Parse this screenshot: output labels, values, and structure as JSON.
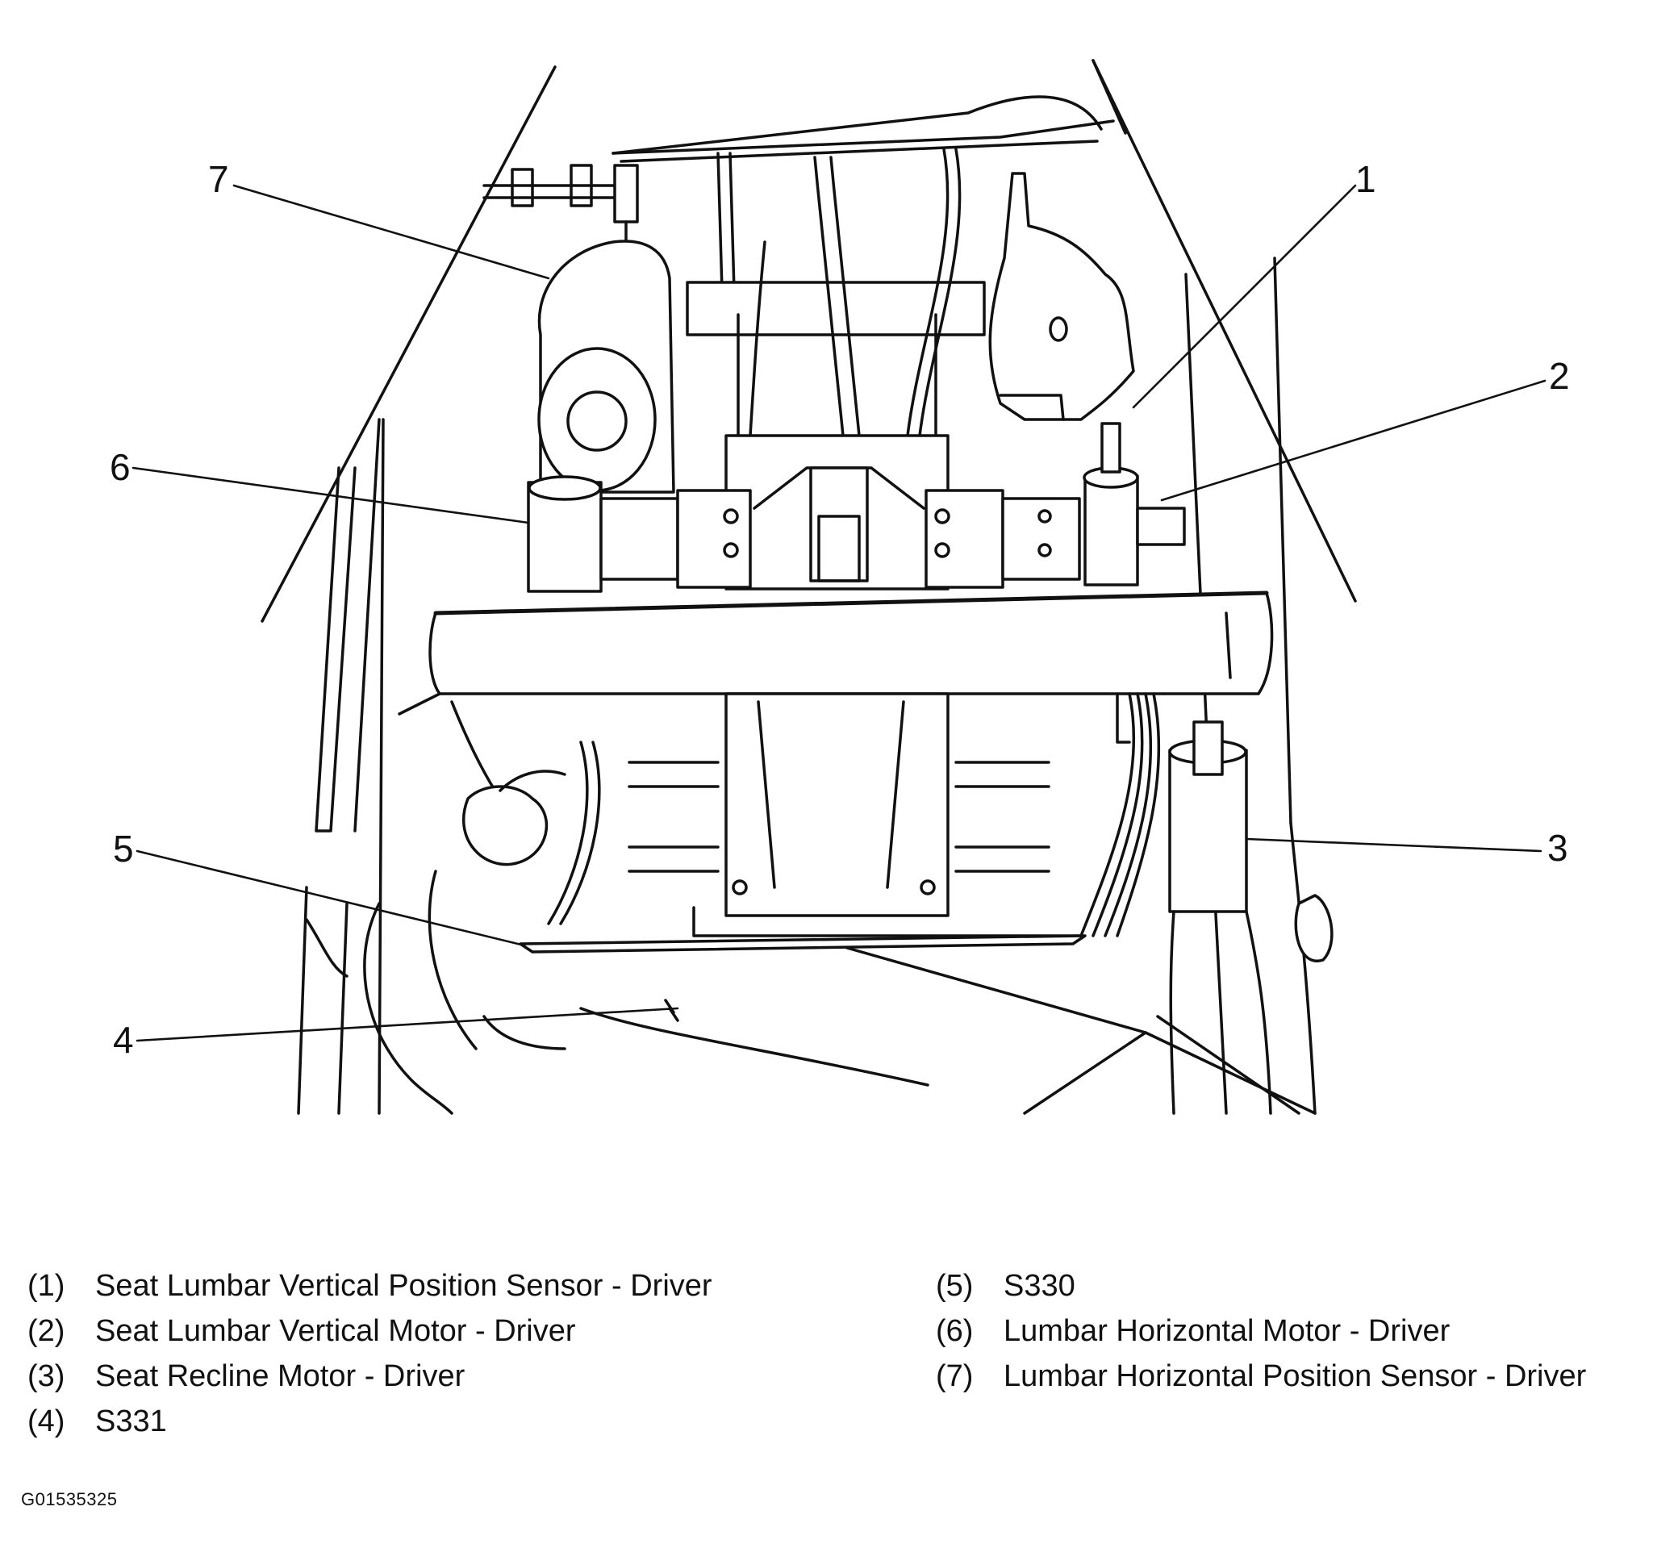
{
  "callouts": [
    {
      "num": "1",
      "text": "Seat Lumbar Vertical Position Sensor - Driver"
    },
    {
      "num": "2",
      "text": "Seat Lumbar Vertical Motor - Driver"
    },
    {
      "num": "3",
      "text": "Seat Recline Motor - Driver"
    },
    {
      "num": "4",
      "text": "S331"
    },
    {
      "num": "5",
      "text": "S330"
    },
    {
      "num": "6",
      "text": "Lumbar Horizontal Motor - Driver"
    },
    {
      "num": "7",
      "text": "Lumbar Horizontal Position Sensor - Driver"
    }
  ],
  "legend": {
    "left": [
      {
        "num": "(1)",
        "text": "Seat Lumbar Vertical Position Sensor - Driver"
      },
      {
        "num": "(2)",
        "text": "Seat Lumbar Vertical Motor - Driver"
      },
      {
        "num": "(3)",
        "text": "Seat Recline Motor - Driver"
      },
      {
        "num": "(4)",
        "text": "S331"
      }
    ],
    "right": [
      {
        "num": "(5)",
        "text": "S330"
      },
      {
        "num": "(6)",
        "text": "Lumbar Horizontal Motor - Driver"
      },
      {
        "num": "(7)",
        "text": "Lumbar Horizontal Position Sensor - Driver"
      }
    ]
  },
  "figure_id": "G01535325"
}
